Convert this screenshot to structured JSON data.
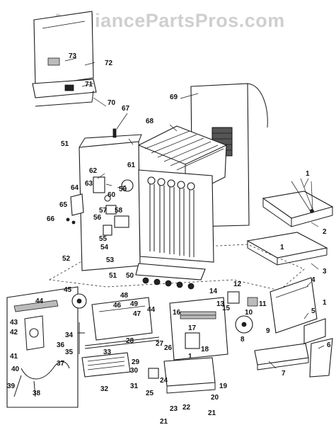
{
  "watermark": "AppliancePartsPros.com",
  "labels": {
    "l1a": "1",
    "l1b": "1",
    "l1c": "1",
    "l1d": "1",
    "l2": "2",
    "l3": "3",
    "l4": "4",
    "l5": "5",
    "l6": "6",
    "l7": "7",
    "l8": "8",
    "l9": "9",
    "l10": "10",
    "l11": "11",
    "l12": "12",
    "l13": "13",
    "l14": "14",
    "l15": "15",
    "l16": "16",
    "l17": "17",
    "l18": "18",
    "l19": "19",
    "l20": "20",
    "l21a": "21",
    "l21b": "21",
    "l22": "22",
    "l23": "23",
    "l24": "24",
    "l25": "25",
    "l26": "26",
    "l27": "27",
    "l28": "28",
    "l29": "29",
    "l30": "30",
    "l31": "31",
    "l32": "32",
    "l33": "33",
    "l34": "34",
    "l35": "35",
    "l36": "36",
    "l37": "37",
    "l38": "38",
    "l39": "39",
    "l40": "40",
    "l41": "41",
    "l42": "42",
    "l43": "43",
    "l44a": "44",
    "l44b": "44",
    "l45": "45",
    "l46": "46",
    "l47": "47",
    "l48": "48",
    "l49": "49",
    "l50": "50",
    "l51a": "51",
    "l51b": "51",
    "l52": "52",
    "l53": "53",
    "l54": "54",
    "l55": "55",
    "l56": "56",
    "l57": "57",
    "l58": "58",
    "l59": "59",
    "l60": "60",
    "l61": "61",
    "l62": "62",
    "l63": "63",
    "l64": "64",
    "l65": "65",
    "l66": "66",
    "l67": "67",
    "l68": "68",
    "l69": "69",
    "l70": "70",
    "l71": "71",
    "l72": "72",
    "l73": "73"
  }
}
